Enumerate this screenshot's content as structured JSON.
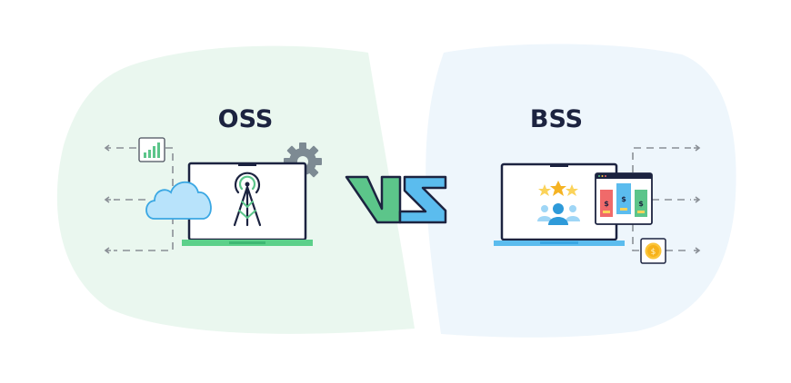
{
  "left": {
    "title": "OSS"
  },
  "right": {
    "title": "BSS"
  },
  "versus": {
    "label": "VS"
  },
  "colors": {
    "left_bg": "#eaf7ef",
    "right_bg": "#eef6fc",
    "green": "#5cc58a",
    "blue": "#5bbcee",
    "navy": "#1c2340",
    "gray": "#7d8a93",
    "star": "#fbc53a"
  }
}
